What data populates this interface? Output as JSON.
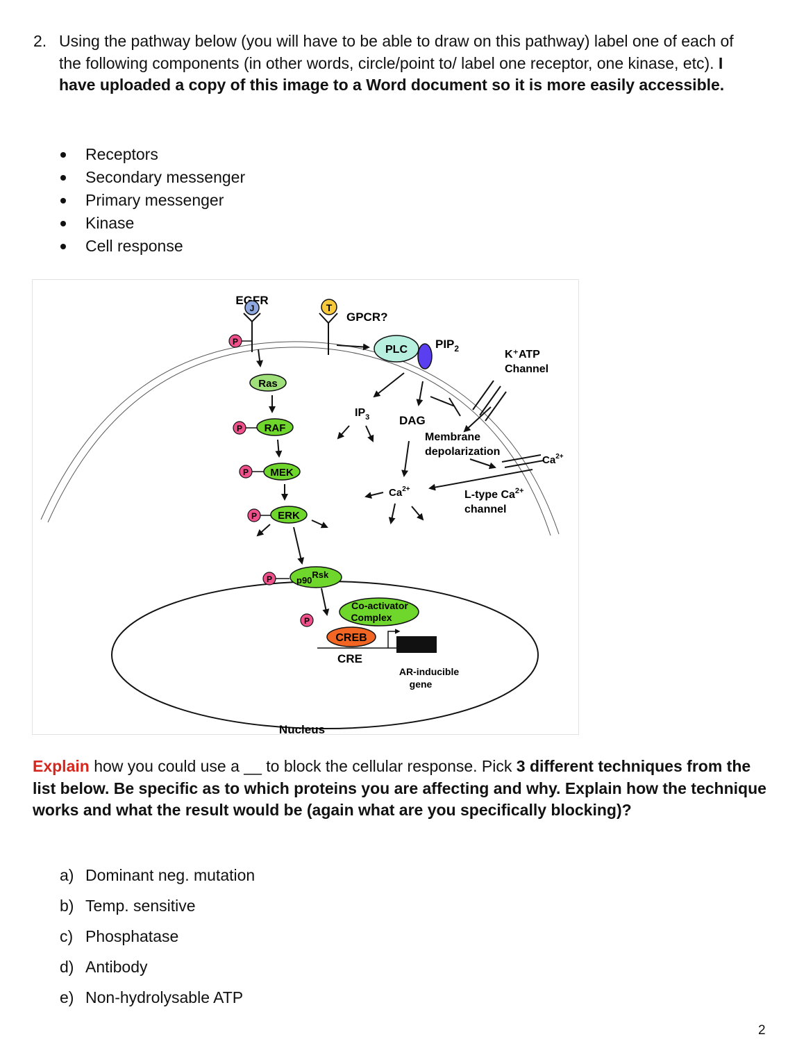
{
  "question": {
    "number": "2.",
    "text_normal": "Using the pathway below (you will have to be able to draw on this pathway) label one of each of the following components (in other words, circle/point to/ label one receptor, one kinase, etc). ",
    "text_bold": "I have uploaded a copy of this image to a Word document so it is more easily accessible."
  },
  "components": [
    "Receptors",
    "Secondary messenger",
    "Primary messenger",
    "Kinase",
    "Cell response"
  ],
  "diagram": {
    "egfr": "EGFR",
    "ligand_j": "J",
    "ligand_t": "T",
    "gpcr": "GPCR?",
    "p": "P",
    "ras": "Ras",
    "raf": "RAF",
    "mek": "MEK",
    "erk": "ERK",
    "p90_main": "p90",
    "p90_sup": "Rsk",
    "plc": "PLC",
    "pip2_main": "PIP",
    "pip2_sub": "2",
    "katp_line1": "K⁺ATP",
    "katp_line2": "Channel",
    "ip3_main": "IP",
    "ip3_sub": "3",
    "dag": "DAG",
    "membrane_line1": "Membrane",
    "membrane_line2": "depolarization",
    "ca_main": "Ca",
    "ca_sup": "2+",
    "ltype_main": "L-type Ca",
    "ltype_sup": "2+",
    "channel": "channel",
    "coactivator_line1": "Co-activator",
    "coactivator_line2": "Complex",
    "creb": "CREB",
    "cre": "CRE",
    "gene_line1": "AR-inducible",
    "gene_line2": "gene",
    "nucleus": "Nucleus",
    "colors": {
      "kinase_green": "#6fd62b",
      "ras_green": "#9fe07a",
      "plc_cyan": "#b8f0e0",
      "phospho_pink": "#f0508c",
      "creb_orange": "#f26522",
      "ligand_yellow": "#f7c93b",
      "ligand_blue": "#8fa8e0",
      "pip2_purple": "#5a3ff0"
    }
  },
  "explain": {
    "lead": "Explain",
    "text_a": " how you could use a __ to block the cellular response. Pick ",
    "bold_1": "3 different techniques from the list below. Be specific as to which proteins you are affecting and why. Explain how the technique works and what the result would be (again what are you specifically blocking)?"
  },
  "options": [
    {
      "letter": "a)",
      "text": "Dominant neg. mutation"
    },
    {
      "letter": "b)",
      "text": "Temp. sensitive"
    },
    {
      "letter": "c)",
      "text": "Phosphatase"
    },
    {
      "letter": "d)",
      "text": "Antibody"
    },
    {
      "letter": "e)",
      "text": "Non-hydrolysable ATP"
    }
  ],
  "page_number": "2"
}
